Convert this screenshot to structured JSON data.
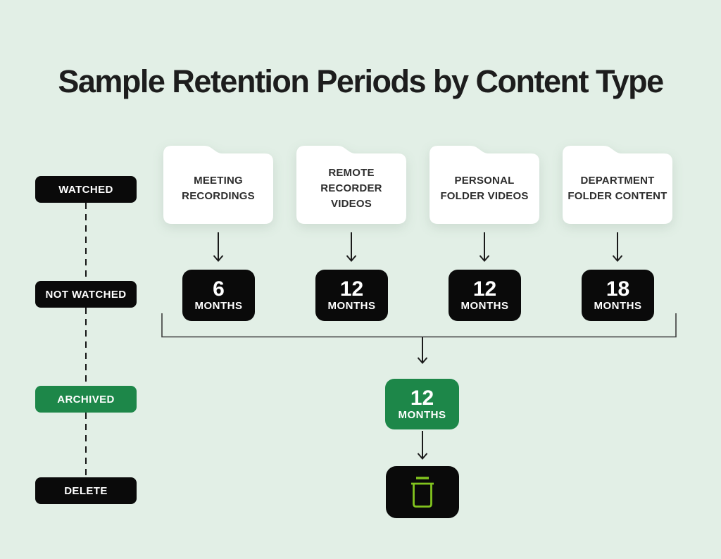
{
  "title": "Sample Retention Periods by Content Type",
  "palette": {
    "background": "#e2efe6",
    "box_black": "#0a0a0a",
    "box_green": "#1d8749",
    "folder_fill": "#ffffff",
    "folder_text": "#2d2d2d",
    "trash_stroke": "#82c41e",
    "connector": "#1a1a1a"
  },
  "lifecycle": {
    "items": [
      {
        "label": "WATCHED",
        "variant": "black"
      },
      {
        "label": "NOT WATCHED",
        "variant": "black"
      },
      {
        "label": "ARCHIVED",
        "variant": "green"
      },
      {
        "label": "DELETE",
        "variant": "black"
      }
    ]
  },
  "content_types": [
    {
      "name_line1": "MEETING",
      "name_line2": "RECORDINGS",
      "retention": {
        "value": "6",
        "unit": "MONTHS"
      }
    },
    {
      "name_line1": "REMOTE",
      "name_line2": "RECORDER VIDEOS",
      "retention": {
        "value": "12",
        "unit": "MONTHS"
      }
    },
    {
      "name_line1": "PERSONAL",
      "name_line2": "FOLDER VIDEOS",
      "retention": {
        "value": "12",
        "unit": "MONTHS"
      }
    },
    {
      "name_line1": "DEPARTMENT",
      "name_line2": "FOLDER CONTENT",
      "retention": {
        "value": "18",
        "unit": "MONTHS"
      }
    }
  ],
  "archive_retention": {
    "value": "12",
    "unit": "MONTHS"
  },
  "icons": {
    "delete": "trash-icon",
    "content": "folder-icon"
  }
}
